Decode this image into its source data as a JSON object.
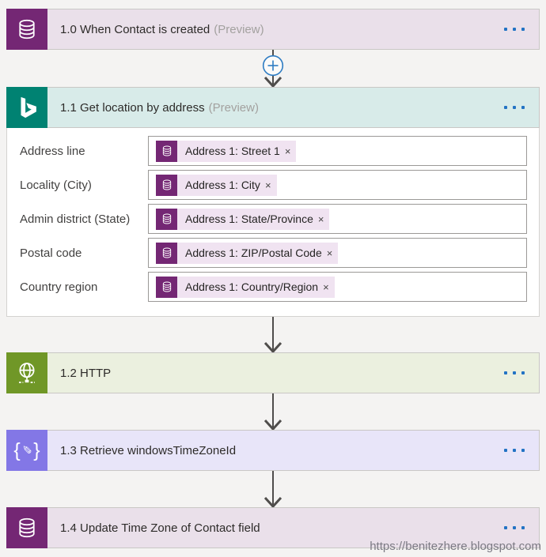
{
  "page": {
    "watermark": "https://benitezhere.blogspot.com"
  },
  "colors": {
    "canvas_bg": "#f4f3f2",
    "dataverse_purple": "#742774",
    "bing_teal": "#008272",
    "http_green": "#709727",
    "compose_violet": "#8377e6",
    "menu_dot_blue": "#2273c4",
    "plus_circle_blue": "#2e7cc3",
    "arrow_gray": "#4f4d4b",
    "token_pill_bg": "#f0e3f1"
  },
  "blocks": {
    "trigger": {
      "title": "1.0 When Contact is created",
      "preview": "(Preview)",
      "icon": "database-icon"
    },
    "get_location": {
      "title": "1.1 Get location by address",
      "preview": "(Preview)",
      "icon": "bing-icon",
      "token_close": "×",
      "fields": [
        {
          "label": "Address line",
          "token": "Address 1: Street 1"
        },
        {
          "label": "Locality (City)",
          "token": "Address 1: City"
        },
        {
          "label": "Admin district (State)",
          "token": "Address 1: State/Province"
        },
        {
          "label": "Postal code",
          "token": "Address 1: ZIP/Postal Code"
        },
        {
          "label": "Country region",
          "token": "Address 1: Country/Region"
        }
      ]
    },
    "http": {
      "title": "1.2 HTTP",
      "icon": "globe-icon"
    },
    "retrieve": {
      "title": "1.3 Retrieve windowsTimeZoneId",
      "icon": "braces-pencil-icon"
    },
    "update": {
      "title": "1.4 Update Time Zone of Contact field",
      "icon": "database-icon"
    }
  }
}
